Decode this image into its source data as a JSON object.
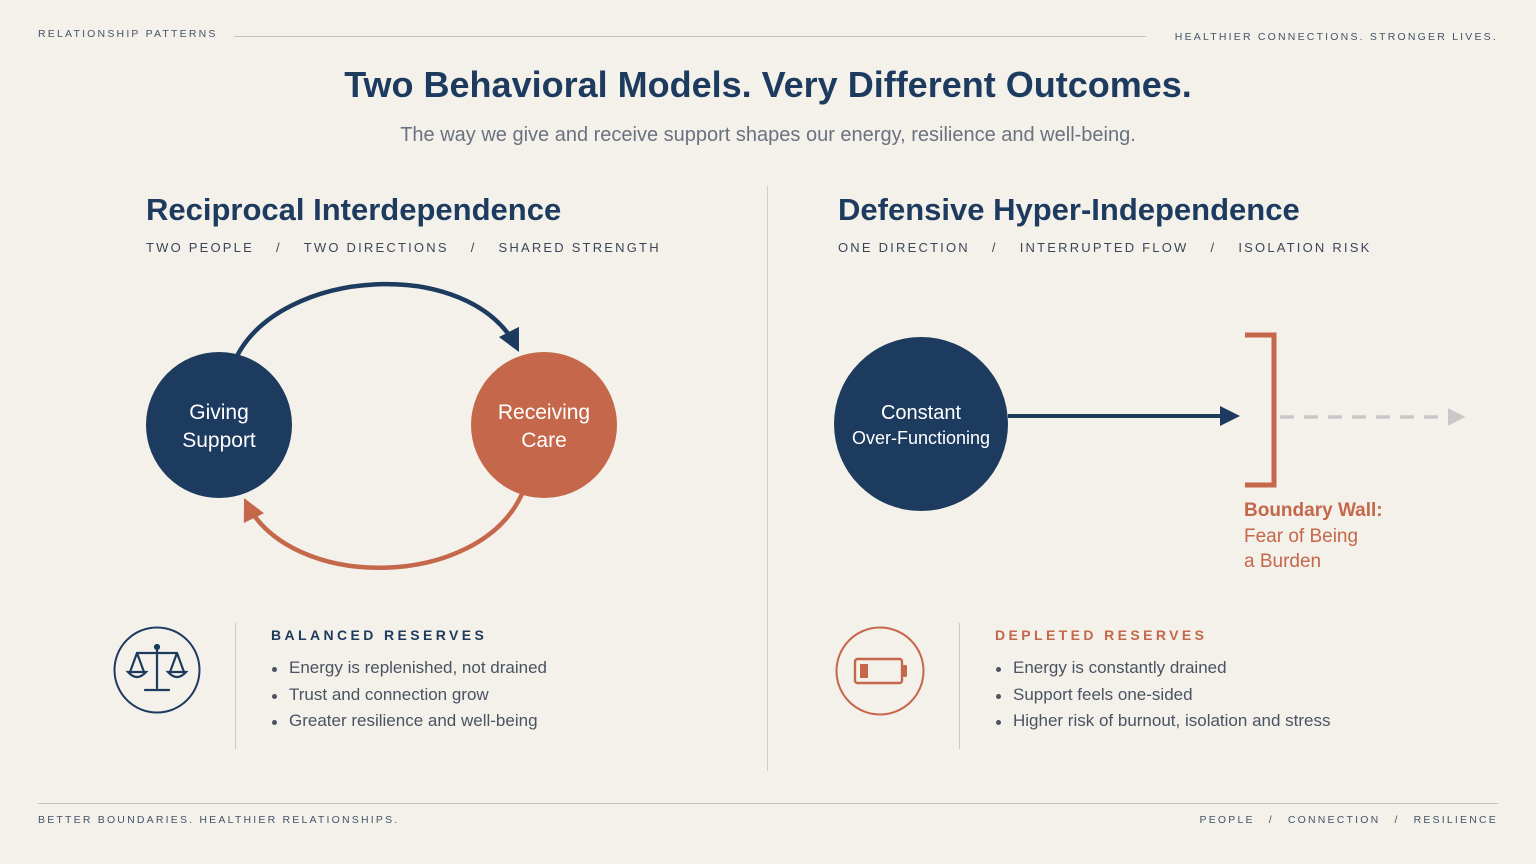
{
  "header": {
    "left": "RELATIONSHIP PATTERNS",
    "right": "HEALTHIER CONNECTIONS. STRONGER LIVES."
  },
  "title": "Two Behavioral Models. Very Different Outcomes.",
  "subtitle": "The way we give and receive support shapes our energy, resilience and well-being.",
  "left_section": {
    "title": "Reciprocal Interdependence",
    "tags": [
      "TWO PEOPLE",
      "TWO DIRECTIONS",
      "SHARED STRENGTH"
    ],
    "node_a": {
      "line1": "Giving",
      "line2": "Support"
    },
    "node_b": {
      "line1": "Receiving",
      "line2": "Care"
    },
    "reserves": {
      "icon": "scales-icon",
      "title": "BALANCED RESERVES",
      "items": [
        "Energy is replenished, not drained",
        "Trust and connection grow",
        "Greater resilience and well-being"
      ]
    }
  },
  "right_section": {
    "title": "Defensive Hyper-Independence",
    "tags": [
      "ONE DIRECTION",
      "INTERRUPTED FLOW",
      "ISOLATION RISK"
    ],
    "node": {
      "line1": "Constant",
      "line2": "Over-Functioning"
    },
    "wall": {
      "title": "Boundary Wall:",
      "line1": "Fear of Being",
      "line2": "a Burden"
    },
    "reserves": {
      "icon": "low-battery-icon",
      "title": "DEPLETED RESERVES",
      "items": [
        "Energy is constantly drained",
        "Support feels one-sided",
        "Higher risk of burnout, isolation and stress"
      ]
    }
  },
  "footer": {
    "left": "BETTER BOUNDARIES. HEALTHIER RELATIONSHIPS.",
    "right": [
      "PEOPLE",
      "CONNECTION",
      "RESILIENCE"
    ]
  },
  "colors": {
    "navy": "#1d3a5f",
    "terracotta": "#c4674a",
    "background": "#f4f1ea",
    "gray_dash": "#c8c8c8"
  }
}
